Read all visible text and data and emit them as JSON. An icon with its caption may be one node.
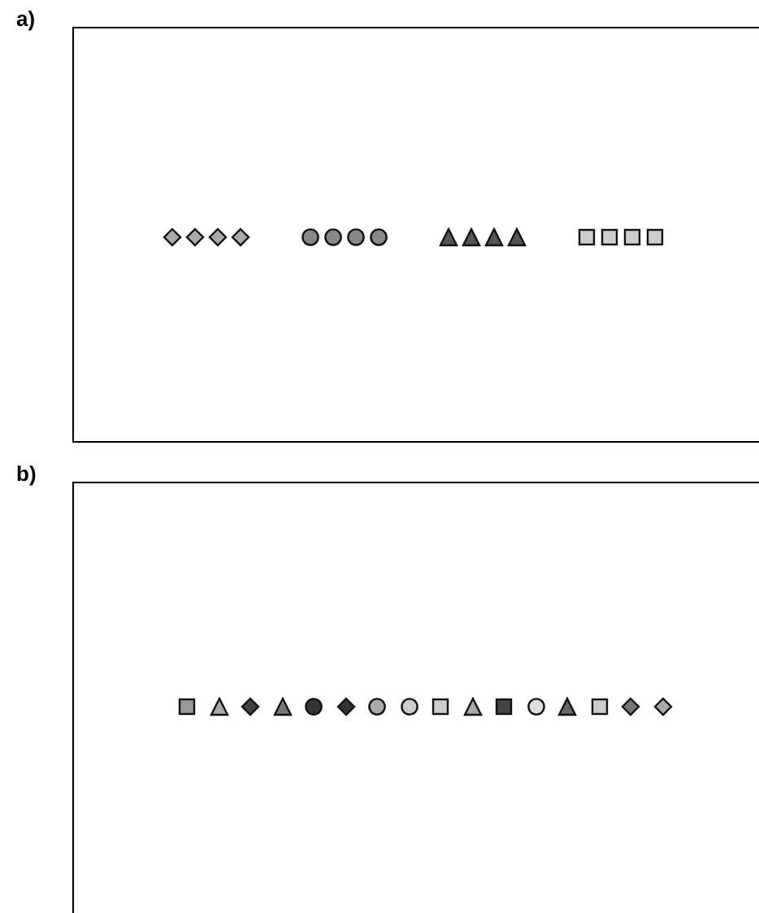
{
  "diagram": {
    "nodes": [
      {
        "text": [],
        "shape": "diamond"
      },
      {
        "text": [],
        "shape": "diamond"
      },
      {
        "text": [],
        "shape": "diamond"
      },
      {
        "text": [],
        "shape": "diamond"
      },
      {
        "text": [],
        "shape": "circle"
      },
      {
        "text": [],
        "shape": "circle"
      },
      {
        "text": [],
        "shape": "circle"
      },
      {
        "text": [],
        "shape": "circle"
      },
      {
        "text": [],
        "shape": "triangle"
      },
      {
        "text": [],
        "shape": "triangle"
      },
      {
        "text": [],
        "shape": "triangle"
      },
      {
        "text": [],
        "shape": "triangle"
      },
      {
        "text": [],
        "shape": "box"
      },
      {
        "text": [],
        "shape": "box"
      },
      {
        "text": [],
        "shape": "box"
      },
      {
        "text": [],
        "shape": "box"
      },
      {
        "text": [],
        "shape": "box"
      },
      {
        "text": [],
        "shape": "triangle"
      },
      {
        "text": [],
        "shape": "diamond"
      },
      {
        "text": [],
        "shape": "triangle"
      },
      {
        "text": [],
        "shape": "circle"
      },
      {
        "text": [],
        "shape": "diamond"
      },
      {
        "text": [],
        "shape": "circle"
      },
      {
        "text": [],
        "shape": "circle"
      },
      {
        "text": [],
        "shape": "box"
      },
      {
        "text": [],
        "shape": "triangle"
      },
      {
        "text": [],
        "shape": "box"
      },
      {
        "text": [],
        "shape": "circle"
      },
      {
        "text": [],
        "shape": "triangle"
      },
      {
        "text": [],
        "shape": "box"
      },
      {
        "text": [],
        "shape": "diamond"
      },
      {
        "text": [],
        "shape": "diamond"
      }
    ],
    "labels": [
      "a)",
      "b)"
    ]
  }
}
